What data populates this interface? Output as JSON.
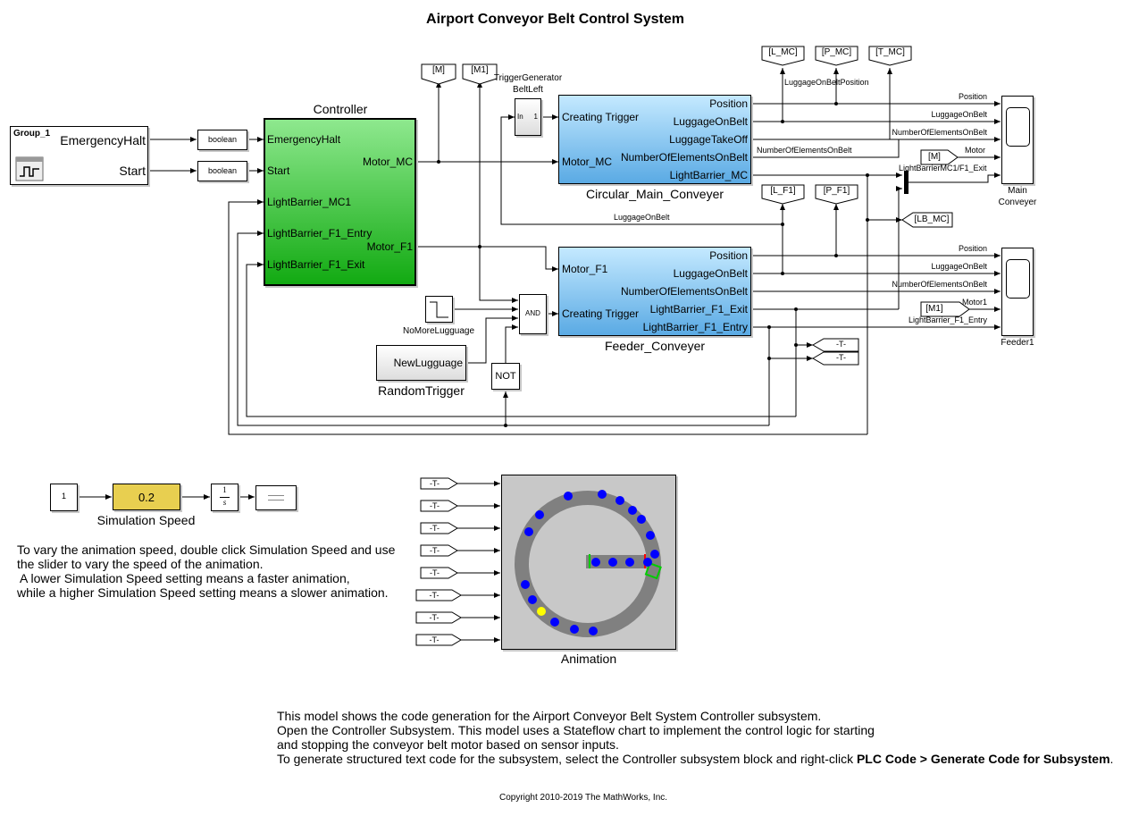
{
  "title": "Airport Conveyor Belt Control System",
  "group": {
    "name": "Group_1",
    "outputs": [
      "EmergencyHalt",
      "Start"
    ]
  },
  "converters": [
    "boolean",
    "boolean"
  ],
  "controller": {
    "name": "Controller",
    "inputs": [
      "EmergencyHalt",
      "Start",
      "LightBarrier_MC1",
      "LightBarrier_F1_Entry",
      "LightBarrier_F1_Exit"
    ],
    "outputs": [
      "Motor_MC",
      "Motor_F1"
    ]
  },
  "gotos_top": [
    "[M]",
    "[M1]"
  ],
  "trigger_generator": {
    "title": "TriggerGenerator",
    "subtitle": "BeltLeft",
    "in": "In",
    "out": "1"
  },
  "main_conveyer": {
    "name": "Circular_Main_Conveyer",
    "inputs": [
      "Creating Trigger",
      "Motor_MC"
    ],
    "outputs": [
      "Position",
      "LuggageOnBelt",
      "LuggageTakeOff",
      "NumberOfElementsOnBelt",
      "LightBarrier_MC"
    ]
  },
  "feeder_conveyer": {
    "name": "Feeder_Conveyer",
    "inputs": [
      "Motor_F1",
      "Creating Trigger"
    ],
    "outputs": [
      "Position",
      "LuggageOnBelt",
      "NumberOfElementsOnBelt",
      "LightBarrier_F1_Exit",
      "LightBarrier_F1_Entry"
    ]
  },
  "froms_mc": [
    "[L_MC]",
    "[P_MC]",
    "[T_MC]"
  ],
  "froms_f1": [
    "[L_F1]",
    "[P_F1]"
  ],
  "goto_lb_mc": "[LB_MC]",
  "from_m": "[M]",
  "from_m1": "[M1]",
  "goto_t": [
    "-T-",
    "-T-"
  ],
  "signal_labels": {
    "luggage_position": "LuggageOnBeltPosition",
    "luggage_on_belt_loop": "LuggageOnBelt",
    "number_elements_mc": "NumberOfElementsOnBelt",
    "lb_mux": "LightBarrierMC1/F1_Exit",
    "main_scope": [
      "Position",
      "LuggageOnBelt",
      "NumberOfElementsOnBelt",
      "Motor"
    ],
    "feeder_scope": [
      "Position",
      "LuggageOnBelt",
      "NumberOfElementsOnBelt",
      "Motor1",
      "LightBarrier_F1_Entry"
    ]
  },
  "scopes": {
    "main": [
      "Main",
      "Conveyer"
    ],
    "feeder": "Feeder1"
  },
  "logic": {
    "and": "AND",
    "not": "NOT"
  },
  "step_label": "NoMoreLugguage",
  "random": {
    "block": "NewLugguage",
    "name": "RandomTrigger"
  },
  "sim_speed": {
    "constant": "1",
    "gain": "0.2",
    "label": "Simulation Speed",
    "integrator_num": "1",
    "integrator_den": "s"
  },
  "instructions": [
    "To vary the animation speed, double click Simulation Speed and use",
    " the slider to vary the speed of the animation.",
    "A lower Simulation Speed setting means a faster animation,",
    " while a higher Simulation Speed setting means a slower animation."
  ],
  "animation": {
    "name": "Animation",
    "from_tags": [
      "-T-",
      "-T-",
      "-T-",
      "-T-",
      "-T-",
      "-T-",
      "-T-",
      "-T-"
    ]
  },
  "description": {
    "line1": "This model shows the code generation for the Airport Conveyor Belt System Controller subsystem.",
    "line2": "Open the Controller Subsystem. This model uses a Stateflow chart to implement the control logic for starting",
    "line3": " and stopping the conveyor belt motor based on sensor inputs.",
    "line4_prefix": "To generate structured text code for the subsystem, select the Controller subsystem block and right-click ",
    "line4_bold": "PLC Code > Generate Code for Subsystem",
    "line4_suffix": "."
  },
  "copyright": "Copyright 2010-2019 The MathWorks, Inc.",
  "colors": {
    "controller_top": "#8ee88e",
    "controller_bottom": "#12aa12",
    "conveyer_top": "#c4e9ff",
    "conveyer_bottom": "#5aaae4",
    "gain": "#e8cf50",
    "animation_bg": "#c8c8c8",
    "ring": "#808080",
    "luggage": "#0000ff",
    "luggage_highlight": "#ffff00"
  }
}
